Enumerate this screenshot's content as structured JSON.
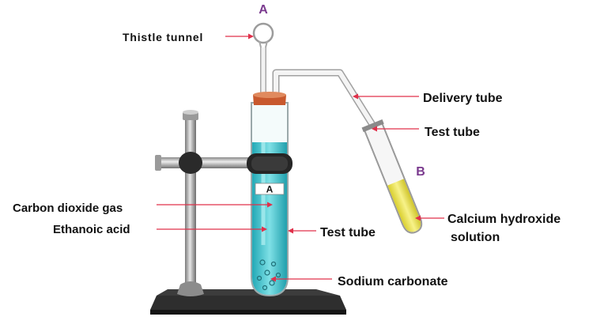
{
  "markers": {
    "a_top": "A",
    "a_tube": "A",
    "b": "B"
  },
  "labels": {
    "thistle_tunnel": "Thistle tunnel",
    "delivery_tube": "Delivery tube",
    "test_tube_b": "Test tube",
    "co2_gas": "Carbon dioxide gas",
    "ethanoic_acid": "Ethanoic acid",
    "test_tube_a": "Test tube",
    "calcium_hydroxide_1": "Calcium hydroxide",
    "calcium_hydroxide_2": "solution",
    "sodium_carbonate": "Sodium carbonate"
  },
  "colors": {
    "pointer": "#e0304a",
    "marker": "#7a3a8e",
    "acid": "#3cc3cc",
    "limewater": "#e8e24a",
    "stopper": "#c8592e"
  }
}
